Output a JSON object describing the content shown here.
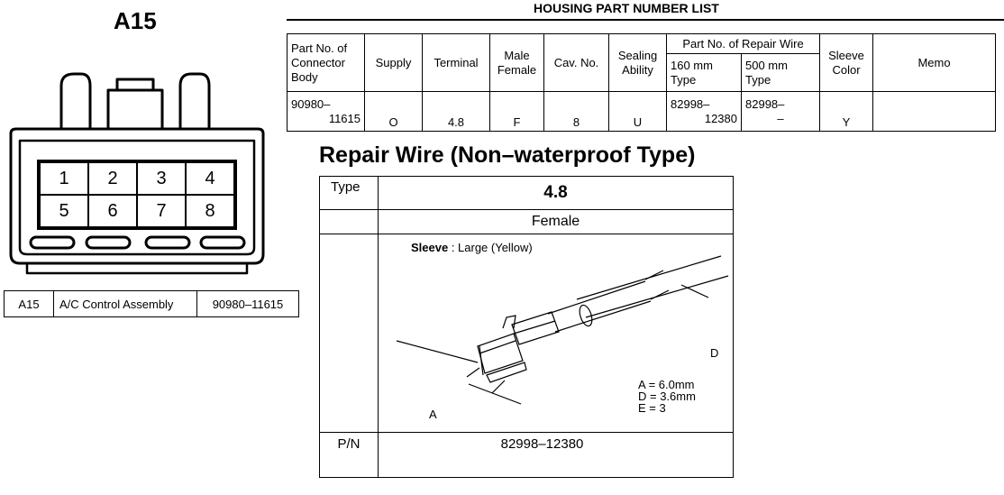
{
  "connector": {
    "code": "A15",
    "pins": [
      "1",
      "2",
      "3",
      "4",
      "5",
      "6",
      "7",
      "8"
    ],
    "table": [
      "A15",
      "A/C Control Assembly",
      "90980–11615"
    ]
  },
  "housing": {
    "title": "HOUSING PART NUMBER LIST",
    "headers": {
      "part_no_connector_body": [
        "Part No. of",
        "Connector",
        "Body"
      ],
      "supply": "Supply",
      "terminal": "Terminal",
      "male_female": [
        "Male",
        "Female"
      ],
      "cav_no": "Cav. No.",
      "sealing_ability": [
        "Sealing",
        "Ability"
      ],
      "repair_wire": "Part No. of Repair Wire",
      "type_160": [
        "160 mm",
        "Type"
      ],
      "type_500": [
        "500 mm",
        "Type"
      ],
      "sleeve_color": [
        "Sleeve",
        "Color"
      ],
      "memo": "Memo"
    },
    "row": {
      "body_part": [
        "90980–",
        "11615"
      ],
      "supply": "O",
      "terminal": "4.8",
      "male_female": "F",
      "cav_no": "8",
      "sealing": "U",
      "wire_160": [
        "82998–",
        "12380"
      ],
      "wire_500": [
        "82998–",
        "–"
      ],
      "sleeve_color": "Y",
      "memo": ""
    }
  },
  "repair_wire": {
    "title": "Repair Wire (Non–waterproof Type)",
    "type_label": "Type",
    "type_value": "4.8",
    "gender": "Female",
    "sleeve_label": "Sleeve",
    "sleeve_value": " : Large (Yellow)",
    "dim_a_label": "A",
    "dim_d_label": "D",
    "dims": [
      "A = 6.0mm",
      "D = 3.6mm",
      "E = 3"
    ],
    "pn_label": "P/N",
    "pn_value": "82998–12380"
  }
}
